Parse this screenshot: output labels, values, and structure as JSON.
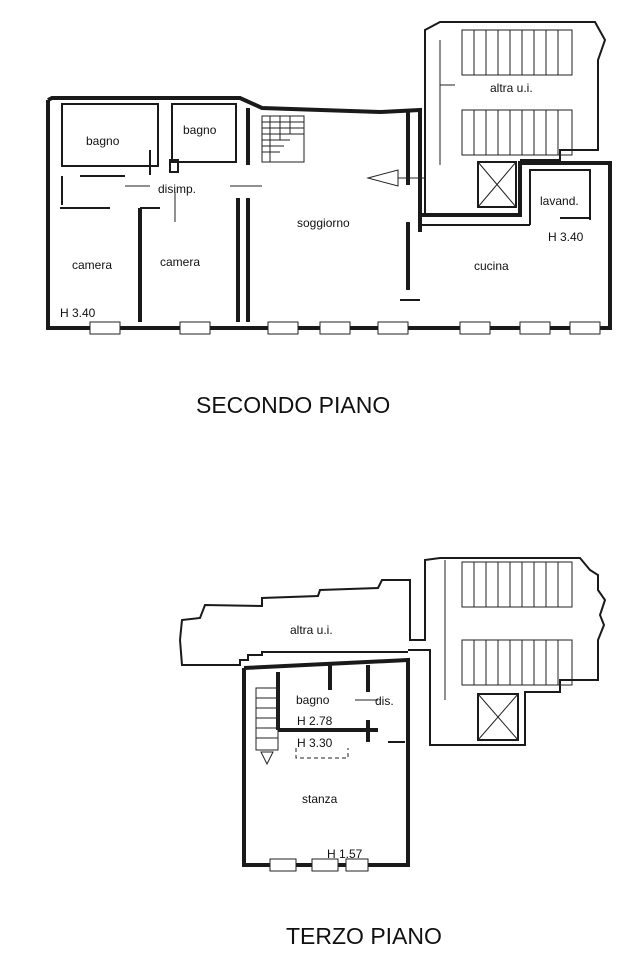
{
  "floors": [
    {
      "title": "SECONDO PIANO",
      "rooms": {
        "bagno_left": "bagno",
        "bagno_right": "bagno",
        "disimp": "disimp.",
        "altra_ui": "altra u.i.",
        "soggiorno": "soggiorno",
        "lavand": "lavand.",
        "camera_left": "camera",
        "camera_mid": "camera",
        "cucina": "cucina"
      },
      "heights": {
        "left": "H 3.40",
        "right": "H 3.40"
      }
    },
    {
      "title": "TERZO PIANO",
      "rooms": {
        "altra_ui": "altra u.i.",
        "bagno": "bagno",
        "dis": "dis.",
        "stanza": "stanza"
      },
      "heights": {
        "bagno": "H 2.78",
        "upper": "H 3.30",
        "stanza": "H 1.57"
      }
    }
  ]
}
